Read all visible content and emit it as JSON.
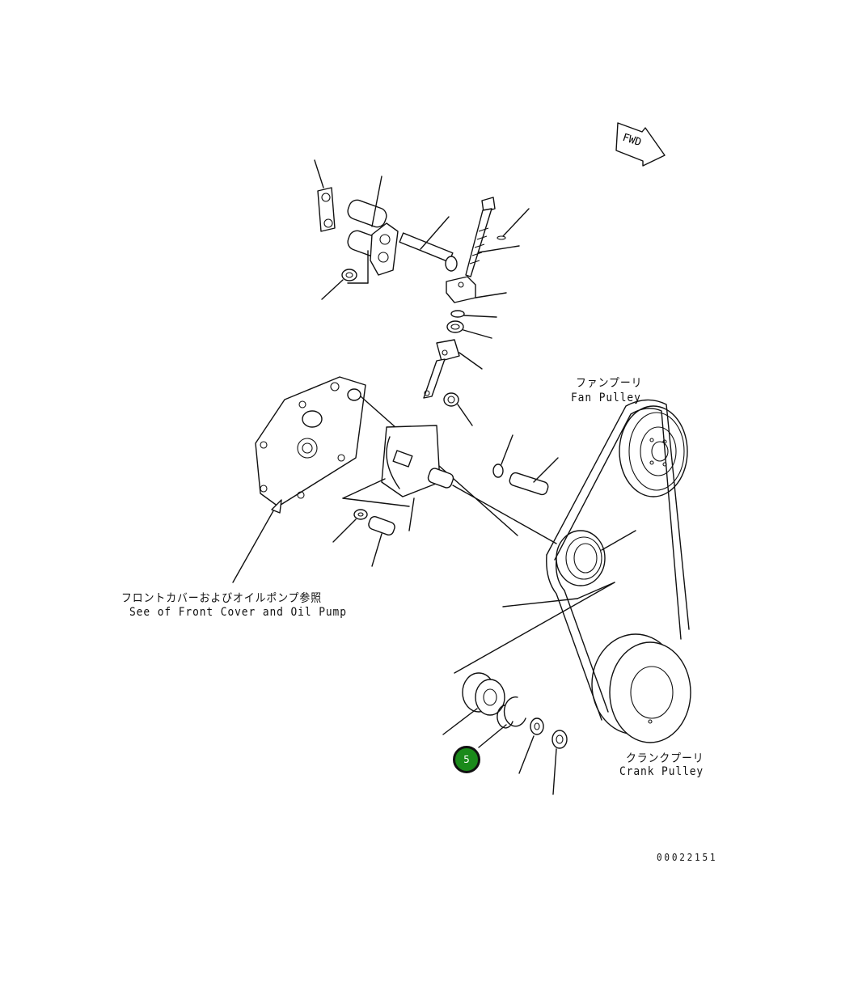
{
  "fwd": "FWD",
  "labels": {
    "fan_pulley_jp": "ファンプーリ",
    "fan_pulley_en": "Fan Pulley",
    "front_cover_jp": "フロントカバーおよびオイルポンプ参照",
    "front_cover_en": "See of Front Cover and Oil Pump",
    "crank_pulley_jp": "クランクプーリ",
    "crank_pulley_en": "Crank Pulley"
  },
  "part_marker": {
    "number": "5",
    "color": "#1a8a1a"
  },
  "drawing_number": "00022151"
}
